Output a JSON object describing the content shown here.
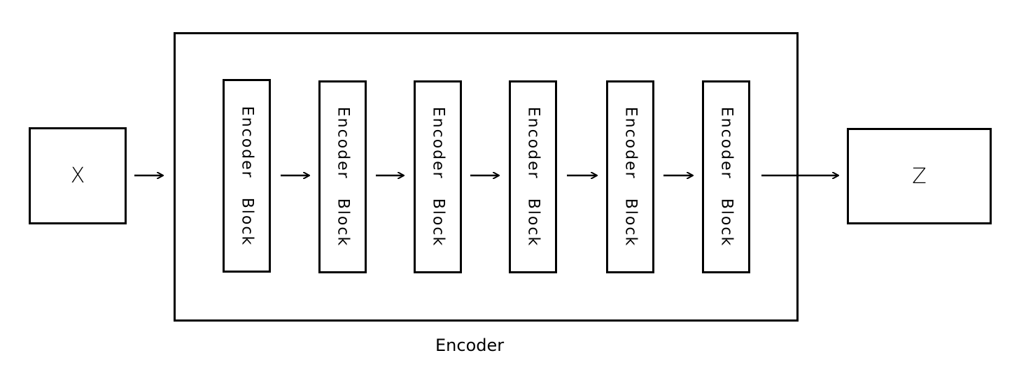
{
  "input": {
    "label": "X"
  },
  "output": {
    "label": "Z"
  },
  "encoder": {
    "caption": "Encoder",
    "blocks": [
      {
        "label": "Encoder Block"
      },
      {
        "label": "Encoder Block"
      },
      {
        "label": "Encoder Block"
      },
      {
        "label": "Encoder Block"
      },
      {
        "label": "Encoder Block"
      },
      {
        "label": "Encoder Block"
      }
    ]
  }
}
